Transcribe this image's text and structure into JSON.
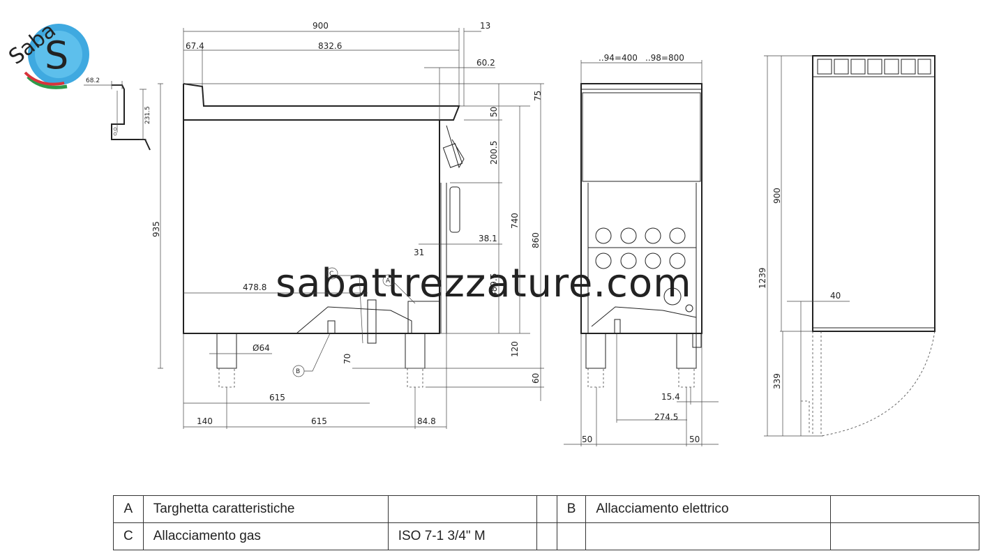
{
  "logo": {
    "text": "Saba",
    "letter": "S"
  },
  "watermark": "sabattrezzature.com",
  "side_view": {
    "dims": [
      "900",
      "13",
      "67.4",
      "832.6",
      "60.2",
      "75",
      "50",
      "200.5",
      "740",
      "860",
      "935",
      "38.1",
      "31",
      "489.5",
      "478.8",
      "Ø64",
      "120",
      "70",
      "60",
      "615",
      "140",
      "615",
      "84.8"
    ],
    "callouts": [
      "A",
      "B",
      "C"
    ]
  },
  "detail": {
    "dims": [
      "68.2",
      "231.5"
    ]
  },
  "front_view": {
    "dims": [
      "..94=400",
      "..98=800",
      "15.4",
      "274.5",
      "50",
      "50"
    ]
  },
  "back_view": {
    "dims": [
      "900",
      "1239",
      "40",
      "339"
    ]
  },
  "legend": {
    "rows": [
      [
        {
          "key": "A",
          "label": "Targhetta caratteristiche",
          "value": ""
        },
        {
          "key": "B",
          "label": "Allacciamento elettrico",
          "value": ""
        }
      ],
      [
        {
          "key": "C",
          "label": "Allacciamento gas",
          "value": "ISO 7-1 3/4\" M"
        },
        {
          "key": "",
          "label": "",
          "value": ""
        }
      ]
    ]
  }
}
